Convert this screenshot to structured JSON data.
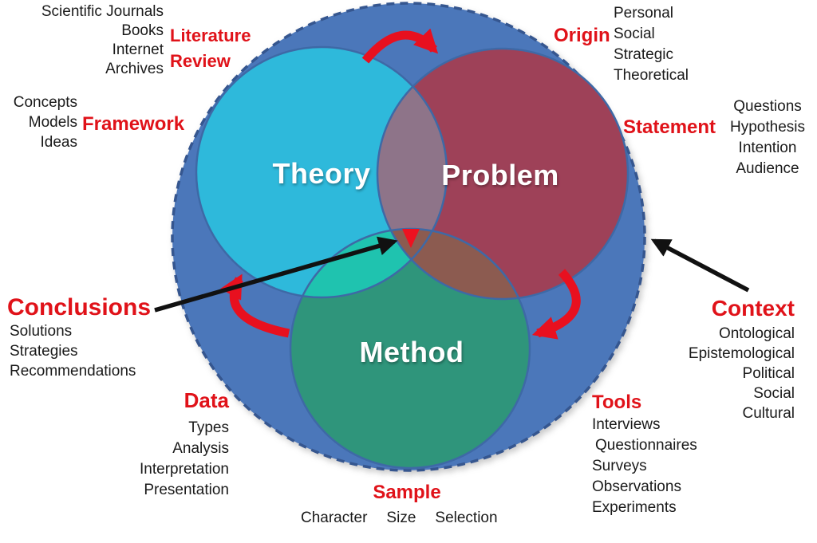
{
  "venn": {
    "circles": {
      "theory": {
        "label": "Theory"
      },
      "problem": {
        "label": "Problem"
      },
      "method": {
        "label": "Method"
      }
    },
    "colors": {
      "outer": "#4C77BA",
      "outer_border": "#35568F",
      "theory": "#2EB9DB",
      "problem": "#9E4158",
      "method": "#2F957B",
      "theory_problem": "#8E7489",
      "theory_method": "#1FC3AF",
      "problem_method": "#8C5B50",
      "center_marker": "#EE1120",
      "cycle_arrow": "#E8101F",
      "pointer_arrow": "#111111",
      "heading_red": "#E01219"
    }
  },
  "groups": {
    "literature": {
      "heading": "Literature Review",
      "items": [
        "Scientific Journals",
        "Books",
        "Internet",
        "Archives"
      ]
    },
    "framework": {
      "heading": "Framework",
      "items": [
        "Concepts",
        "Models",
        "Ideas"
      ]
    },
    "origin": {
      "heading": "Origin",
      "items": [
        "Personal",
        "Social",
        "Strategic",
        "Theoretical"
      ]
    },
    "statement": {
      "heading": "Statement",
      "items": [
        "Questions",
        "Hypothesis",
        "Intention",
        "Audience"
      ]
    },
    "context": {
      "heading": "Context",
      "items": [
        "Ontological",
        "Epistemological",
        "Political",
        "Social",
        "Cultural"
      ]
    },
    "conclusions": {
      "heading": "Conclusions",
      "items": [
        "Solutions",
        "Strategies",
        "Recommendations"
      ]
    },
    "data": {
      "heading": "Data",
      "items": [
        "Types",
        "Analysis",
        "Interpretation",
        "Presentation"
      ]
    },
    "sample": {
      "heading": "Sample",
      "items": [
        "Character",
        "Size",
        "Selection"
      ]
    },
    "tools": {
      "heading": "Tools",
      "items": [
        "Interviews",
        "Questionnaires",
        "Surveys",
        "Observations",
        "Experiments"
      ]
    }
  }
}
